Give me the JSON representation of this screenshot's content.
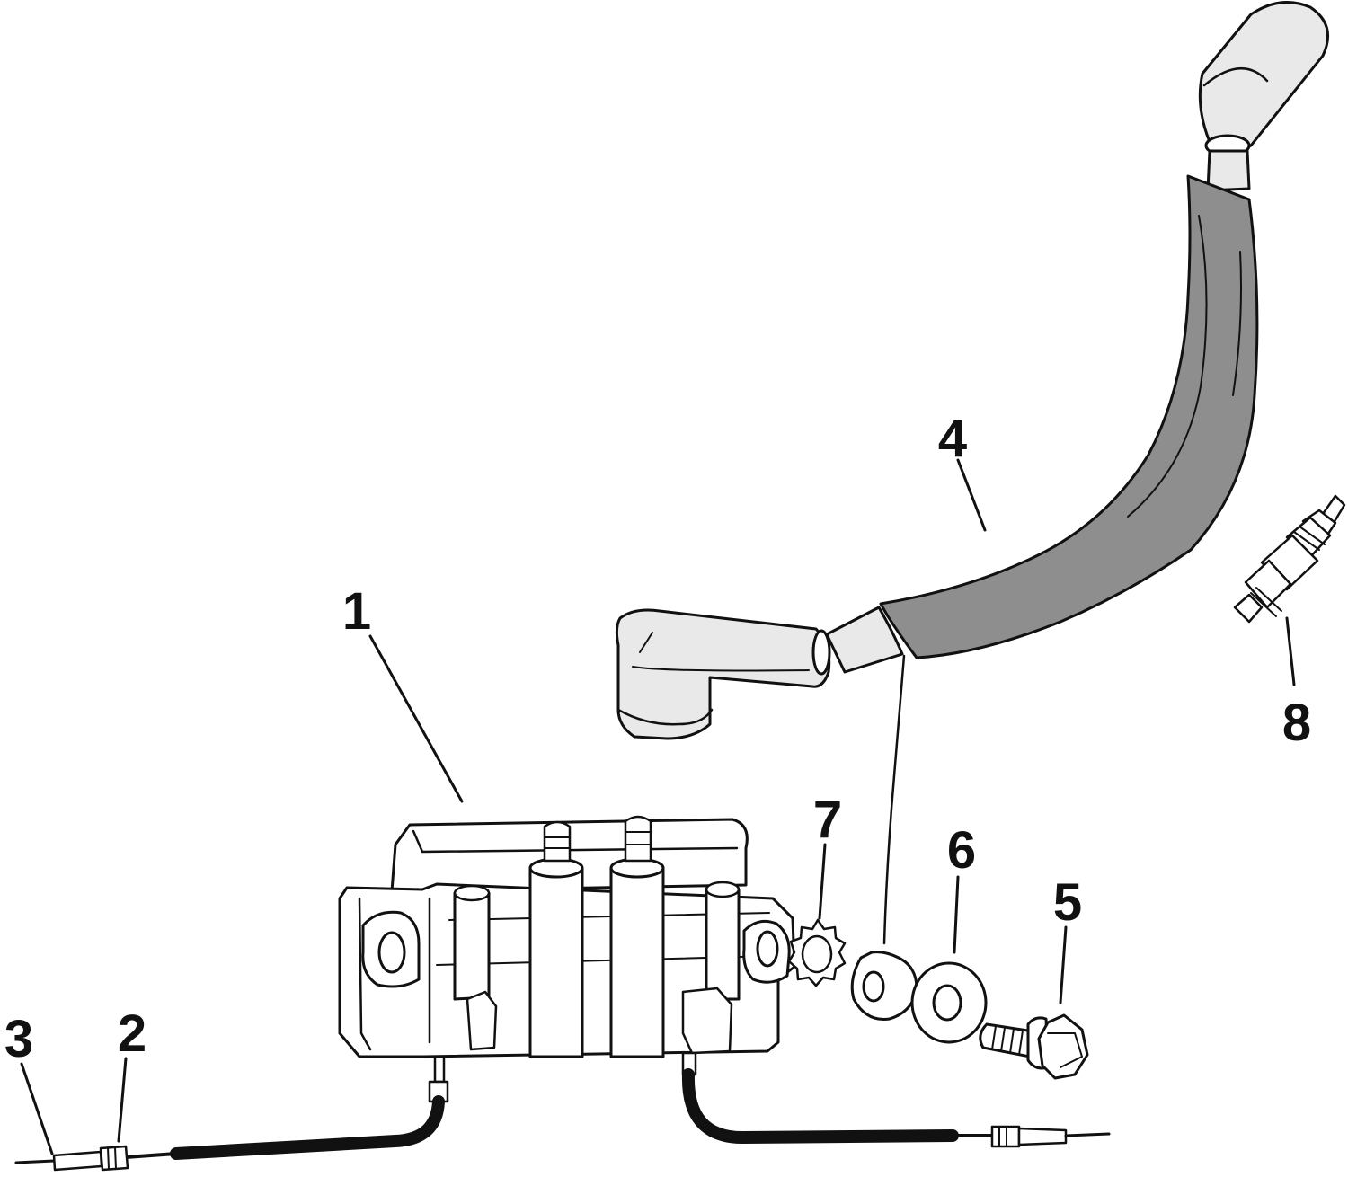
{
  "diagram": {
    "callouts": [
      {
        "id": "1",
        "label": "1",
        "part": "ignition-coil"
      },
      {
        "id": "2",
        "label": "2",
        "part": "wire-terminal-seal"
      },
      {
        "id": "3",
        "label": "3",
        "part": "wire-terminal"
      },
      {
        "id": "4",
        "label": "4",
        "part": "spark-plug-lead"
      },
      {
        "id": "5",
        "label": "5",
        "part": "mounting-screw"
      },
      {
        "id": "6",
        "label": "6",
        "part": "flat-washer"
      },
      {
        "id": "7",
        "label": "7",
        "part": "star-lock-washer"
      },
      {
        "id": "8",
        "label": "8",
        "part": "spark-plug"
      }
    ],
    "colors": {
      "line": "#111111",
      "fill": "#ffffff",
      "boot": "#e9e9e9",
      "sleeve": "#8e8e8e"
    }
  }
}
